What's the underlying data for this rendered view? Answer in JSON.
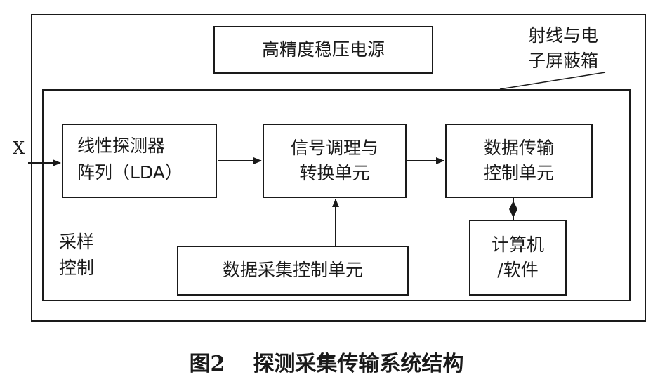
{
  "power_supply": "高精度稳压电源",
  "shield_box": [
    "射线与电",
    "子屏蔽箱"
  ],
  "input_x": "X",
  "lda": [
    "线性探测器",
    "阵列（LDA）"
  ],
  "conditioning": [
    "信号调理与",
    "转换单元"
  ],
  "transfer": [
    "数据传输",
    "控制单元"
  ],
  "acquisition_control": "数据采集控制单元",
  "computer": [
    "计算机",
    "/软件"
  ],
  "sampling_control": [
    "采样",
    "控制"
  ],
  "caption": {
    "figure_no": "图2",
    "title": "探测采集传输系统结构"
  },
  "colors": {
    "stroke": "#1a1a1a",
    "background": "#ffffff"
  }
}
